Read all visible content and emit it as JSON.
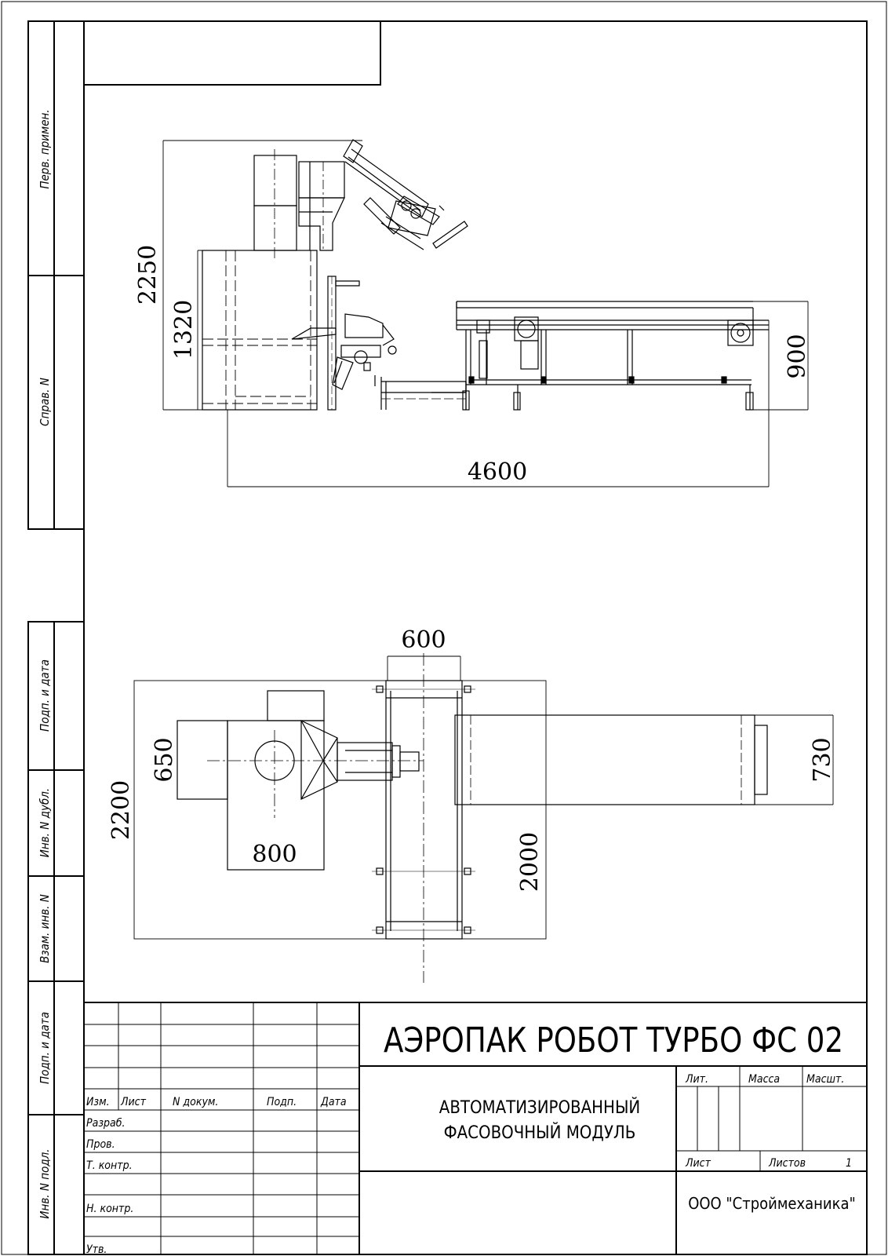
{
  "side_strip": {
    "perv_primen": "Перв. примен.",
    "sprav_n": "Справ. N",
    "podp_data_top": "Подп. и дата",
    "inv_n_dubl": "Инв. N дубл.",
    "vzam_inv_n": "Взам. инв. N",
    "podp_data_bottom": "Подп. и дата",
    "inv_n_podl": "Инв. N подл."
  },
  "side_view": {
    "dims": {
      "total_height": "2250",
      "base_height": "1320",
      "conveyor_height": "900",
      "length": "4600"
    }
  },
  "plan_view": {
    "dims": {
      "conveyor_width": "600",
      "depth": "2200",
      "hopper_width": "650",
      "hopper_depth": "800",
      "frame_length": "2000",
      "belt_width": "730"
    }
  },
  "title_block": {
    "title": "АЭРОПАК РОБОТ ТУРБО ФС 02",
    "name_line1": "АВТОМАТИЗИРОВАННЫЙ",
    "name_line2": "ФАСОВОЧНЫЙ МОДУЛЬ",
    "company": "ООО \"Строймеханика\"",
    "headers": {
      "izm": "Изм.",
      "list": "Лист",
      "n_dokum": "N докум.",
      "podp": "Подп.",
      "data": "Дата"
    },
    "rows": {
      "razrab": "Разраб.",
      "prov": "Пров.",
      "t_kontr": "Т. контр.",
      "n_kontr": "Н. контр.",
      "utv": "Утв."
    },
    "lit": "Лит.",
    "massa": "Масса",
    "masht": "Масшт.",
    "sheet": "Лист",
    "sheets": "Листов",
    "sheets_value": "1"
  }
}
